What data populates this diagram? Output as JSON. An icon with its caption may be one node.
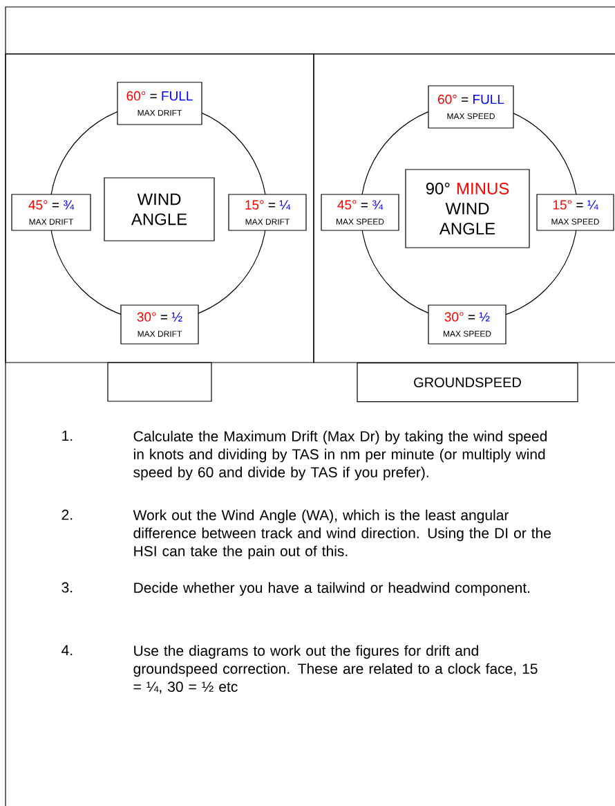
{
  "diagram": {
    "nodes": [
      {
        "text": [],
        "shape": "box"
      },
      {
        "text": [],
        "shape": "box"
      },
      {
        "text": [
          "60°",
          "=",
          "FULL",
          "MAX DRIFT"
        ],
        "in": 1
      },
      {
        "text": [
          "45°",
          "=",
          "¾",
          "MAX DRIFT"
        ],
        "in": 1
      },
      {
        "text": [
          "WIND ANGLE"
        ],
        "in": 1
      },
      {
        "text": [
          "15°",
          "=",
          "¼",
          "MAX DRIFT"
        ],
        "in": 1
      },
      {
        "text": [
          "30°",
          "=",
          "½",
          "MAX DRIFT"
        ],
        "in": 1
      },
      {
        "text": [],
        "shape": "box"
      },
      {
        "text": [
          "60°",
          "=",
          "FULL",
          "MAX SPEED"
        ],
        "in": 7
      },
      {
        "text": [
          "45°",
          "=",
          "¾",
          "MAX SPEED"
        ],
        "in": 7
      },
      {
        "text": [
          "90°",
          "MINUS",
          "WIND ANGLE"
        ],
        "in": 7
      },
      {
        "text": [
          "15°",
          "=",
          "¼",
          "MAX SPEED"
        ],
        "in": 7
      },
      {
        "text": [
          "30°",
          "=",
          "½",
          "MAX SPEED"
        ],
        "in": 7
      },
      {
        "text": [],
        "shape": "box"
      },
      {
        "text": [
          "GROUNDSPEED"
        ]
      }
    ],
    "labels": [
      "1.",
      "Calculate the Maximum Drift (Max Dr) by taking the wind speed in knots and dividing by TAS in nm per minute (or multiply wind speed by 60 and divide by TAS if you prefer).",
      "2.",
      "Work out the Wind Angle (WA), which is the least angular difference between track and wind direction. Using the DI or the HSI can take the pain out of this.",
      "3.",
      "Decide whether you have a tailwind or headwind component.",
      "4.",
      "Use the diagrams to work out the figures for drift and groundspeed correction.  These are related to a clock face, 15 = ¼, 30 = ½ etc"
    ]
  }
}
